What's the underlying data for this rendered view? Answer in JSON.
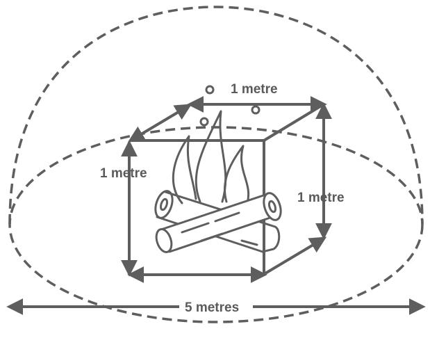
{
  "labels": {
    "top_width": "1 metre",
    "left_height": "1 metre",
    "right_depth": "1 metre",
    "bottom_span": "5 metres"
  },
  "colors": {
    "stroke": "#5e5e5e",
    "background": "#ffffff"
  },
  "icons": {
    "center": "campfire-icon"
  }
}
